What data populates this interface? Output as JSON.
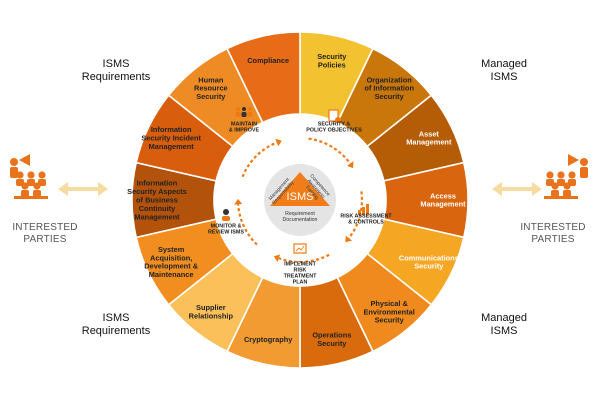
{
  "colors": {
    "segment_fills": [
      "#f2c230",
      "#c9770a",
      "#b55c06",
      "#d9660f",
      "#f5a623",
      "#f08a1e",
      "#d96b0c",
      "#f39b33",
      "#fbc05a",
      "#f28e20",
      "#b3520a",
      "#d85e0d",
      "#ef8b24",
      "#e86b17",
      "#f08232",
      "#f9b07f"
    ],
    "segment_text": [
      "#222222",
      "#222222",
      "#ffffff",
      "#ffffff",
      "#ffffff",
      "#222222",
      "#222222",
      "#222222",
      "#222222",
      "#222222",
      "#222222",
      "#222222",
      "#222222",
      "#222222",
      "#222222",
      "#222222"
    ],
    "accent": "#ef7a14",
    "people": "#e8731a",
    "arrow": "#f6dca0",
    "hub_grey": "#e4e4e4",
    "triangle": "#f07d19"
  },
  "segments": [
    {
      "lines": [
        "Security",
        "Policies"
      ]
    },
    {
      "lines": [
        "Organization",
        "of Information",
        "Security"
      ]
    },
    {
      "lines": [
        "Asset",
        "Management"
      ]
    },
    {
      "lines": [
        "Access",
        "Management"
      ]
    },
    {
      "lines": [
        "Communications",
        "Security"
      ]
    },
    {
      "lines": [
        "Physical &",
        "Environmental",
        "Security"
      ]
    },
    {
      "lines": [
        "Operations",
        "Security"
      ]
    },
    {
      "lines": [
        "Cryptography"
      ]
    },
    {
      "lines": [
        "Supplier",
        "Relationship"
      ]
    },
    {
      "lines": [
        "System",
        "Acquisition,",
        "Development &",
        "Maintenance"
      ]
    },
    {
      "lines": [
        "Information",
        "Security Aspects",
        "of Business",
        "Continuity",
        "Management"
      ]
    },
    {
      "lines": [
        "Information",
        "Security Incident",
        "Management"
      ]
    },
    {
      "lines": [
        "Human",
        "Resource",
        "Security"
      ]
    },
    {
      "lines": [
        "Compliance"
      ]
    }
  ],
  "cycle_steps": [
    {
      "lines": [
        "SECURITY &",
        "POLICY OBJECTIVES"
      ],
      "icon": "document-gear-icon"
    },
    {
      "lines": [
        "RISK ASSESSMENT",
        "& CONTROLS"
      ],
      "icon": "bar-chart-icon"
    },
    {
      "lines": [
        "IMPLEMENT",
        "RISK",
        "TREATMENT",
        "PLAN"
      ],
      "icon": "presentation-board-icon"
    },
    {
      "lines": [
        "MONITOR &",
        "REVIEW ISMS"
      ],
      "icon": "person-monitor-icon"
    },
    {
      "lines": [
        "MAINTAIN",
        "& IMPROVE"
      ],
      "icon": "team-icon"
    }
  ],
  "hub": {
    "title": "ISMS",
    "left_side": [
      "Management",
      "Responsibility"
    ],
    "right_side": [
      "Competence",
      "Awareness",
      "Training"
    ],
    "bottom": [
      "Requirement",
      "Documentation"
    ]
  },
  "labels": {
    "requirements_lines": [
      "ISMS",
      "Requirements"
    ],
    "managed_lines": [
      "Managed",
      "ISMS"
    ],
    "parties_lines": [
      "INTERESTED",
      "PARTIES"
    ]
  }
}
